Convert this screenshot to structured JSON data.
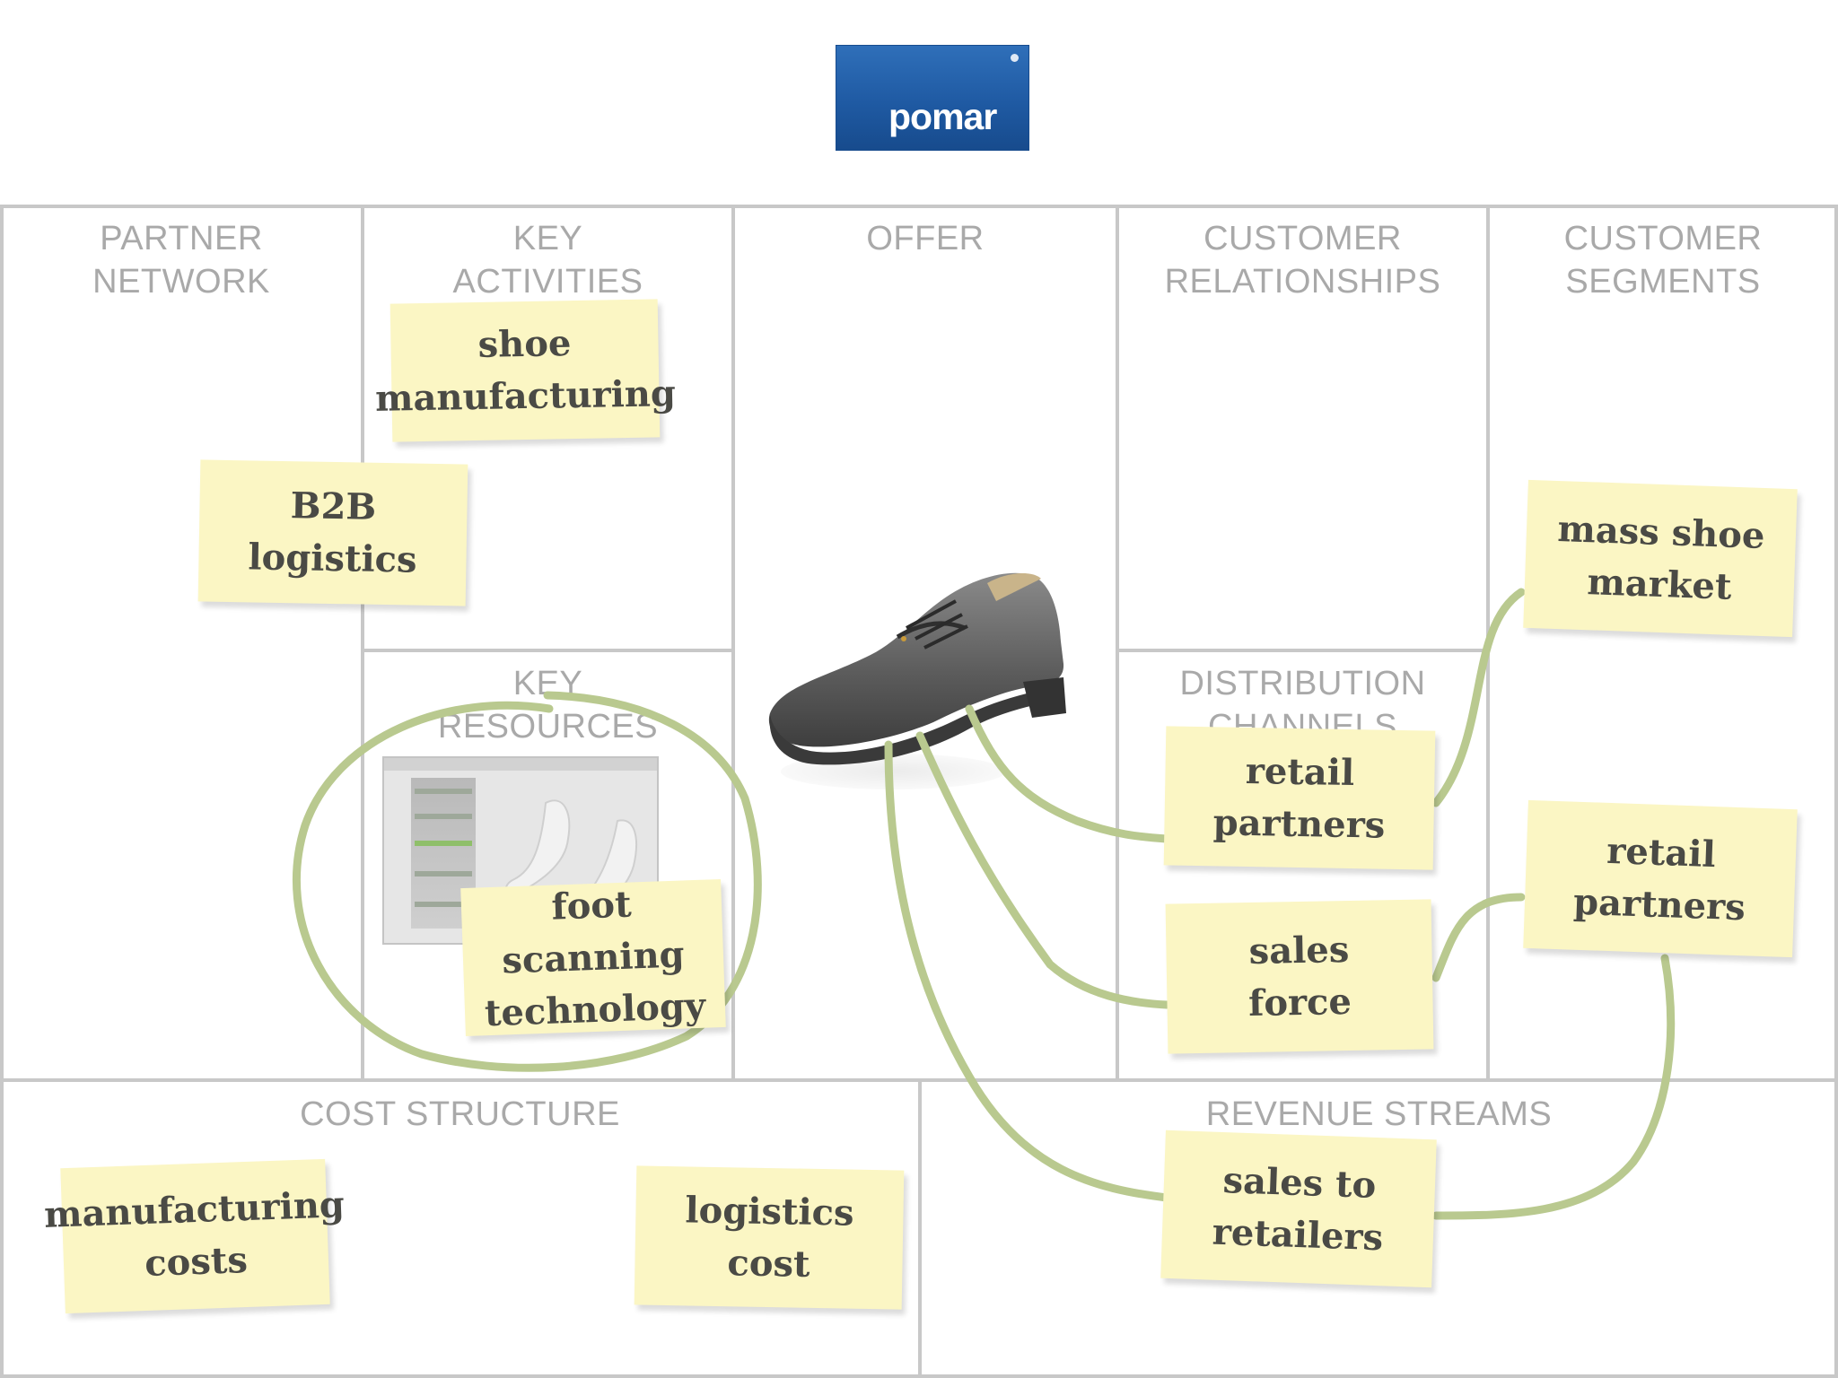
{
  "logo": {
    "text": "pomar"
  },
  "blocks": {
    "partner_network": "PARTNER\nNETWORK",
    "key_activities": "KEY\nACTIVITIES",
    "key_resources": "KEY\nRESOURCES",
    "offer": "OFFER",
    "customer_relationships": "CUSTOMER\nRELATIONSHIPS",
    "distribution_channels": "DISTRIBUTION\nCHANNELS",
    "customer_segments": "CUSTOMER\nSEGMENTS",
    "cost_structure": "COST STRUCTURE",
    "revenue_streams": "REVENUE STREAMS"
  },
  "notes": {
    "shoe_manufacturing": "shoe\nmanufacturing",
    "b2b_logistics": "B2B\nlogistics",
    "foot_scanning": "foot scanning\ntechnology",
    "retail_partners_channel": "retail\npartners",
    "sales_force": "sales\nforce",
    "mass_shoe_market": "mass shoe\nmarket",
    "retail_partners_segment": "retail\npartners",
    "manufacturing_costs": "manufacturing\ncosts",
    "logistics_cost": "logistics\ncost",
    "sales_to_retailers": "sales to\nretailers"
  },
  "colors": {
    "grid_line": "#c8c8c8",
    "sticky_note": "#fbf6c4",
    "connector": "#b9c98f",
    "block_title": "#a9a9a9"
  }
}
